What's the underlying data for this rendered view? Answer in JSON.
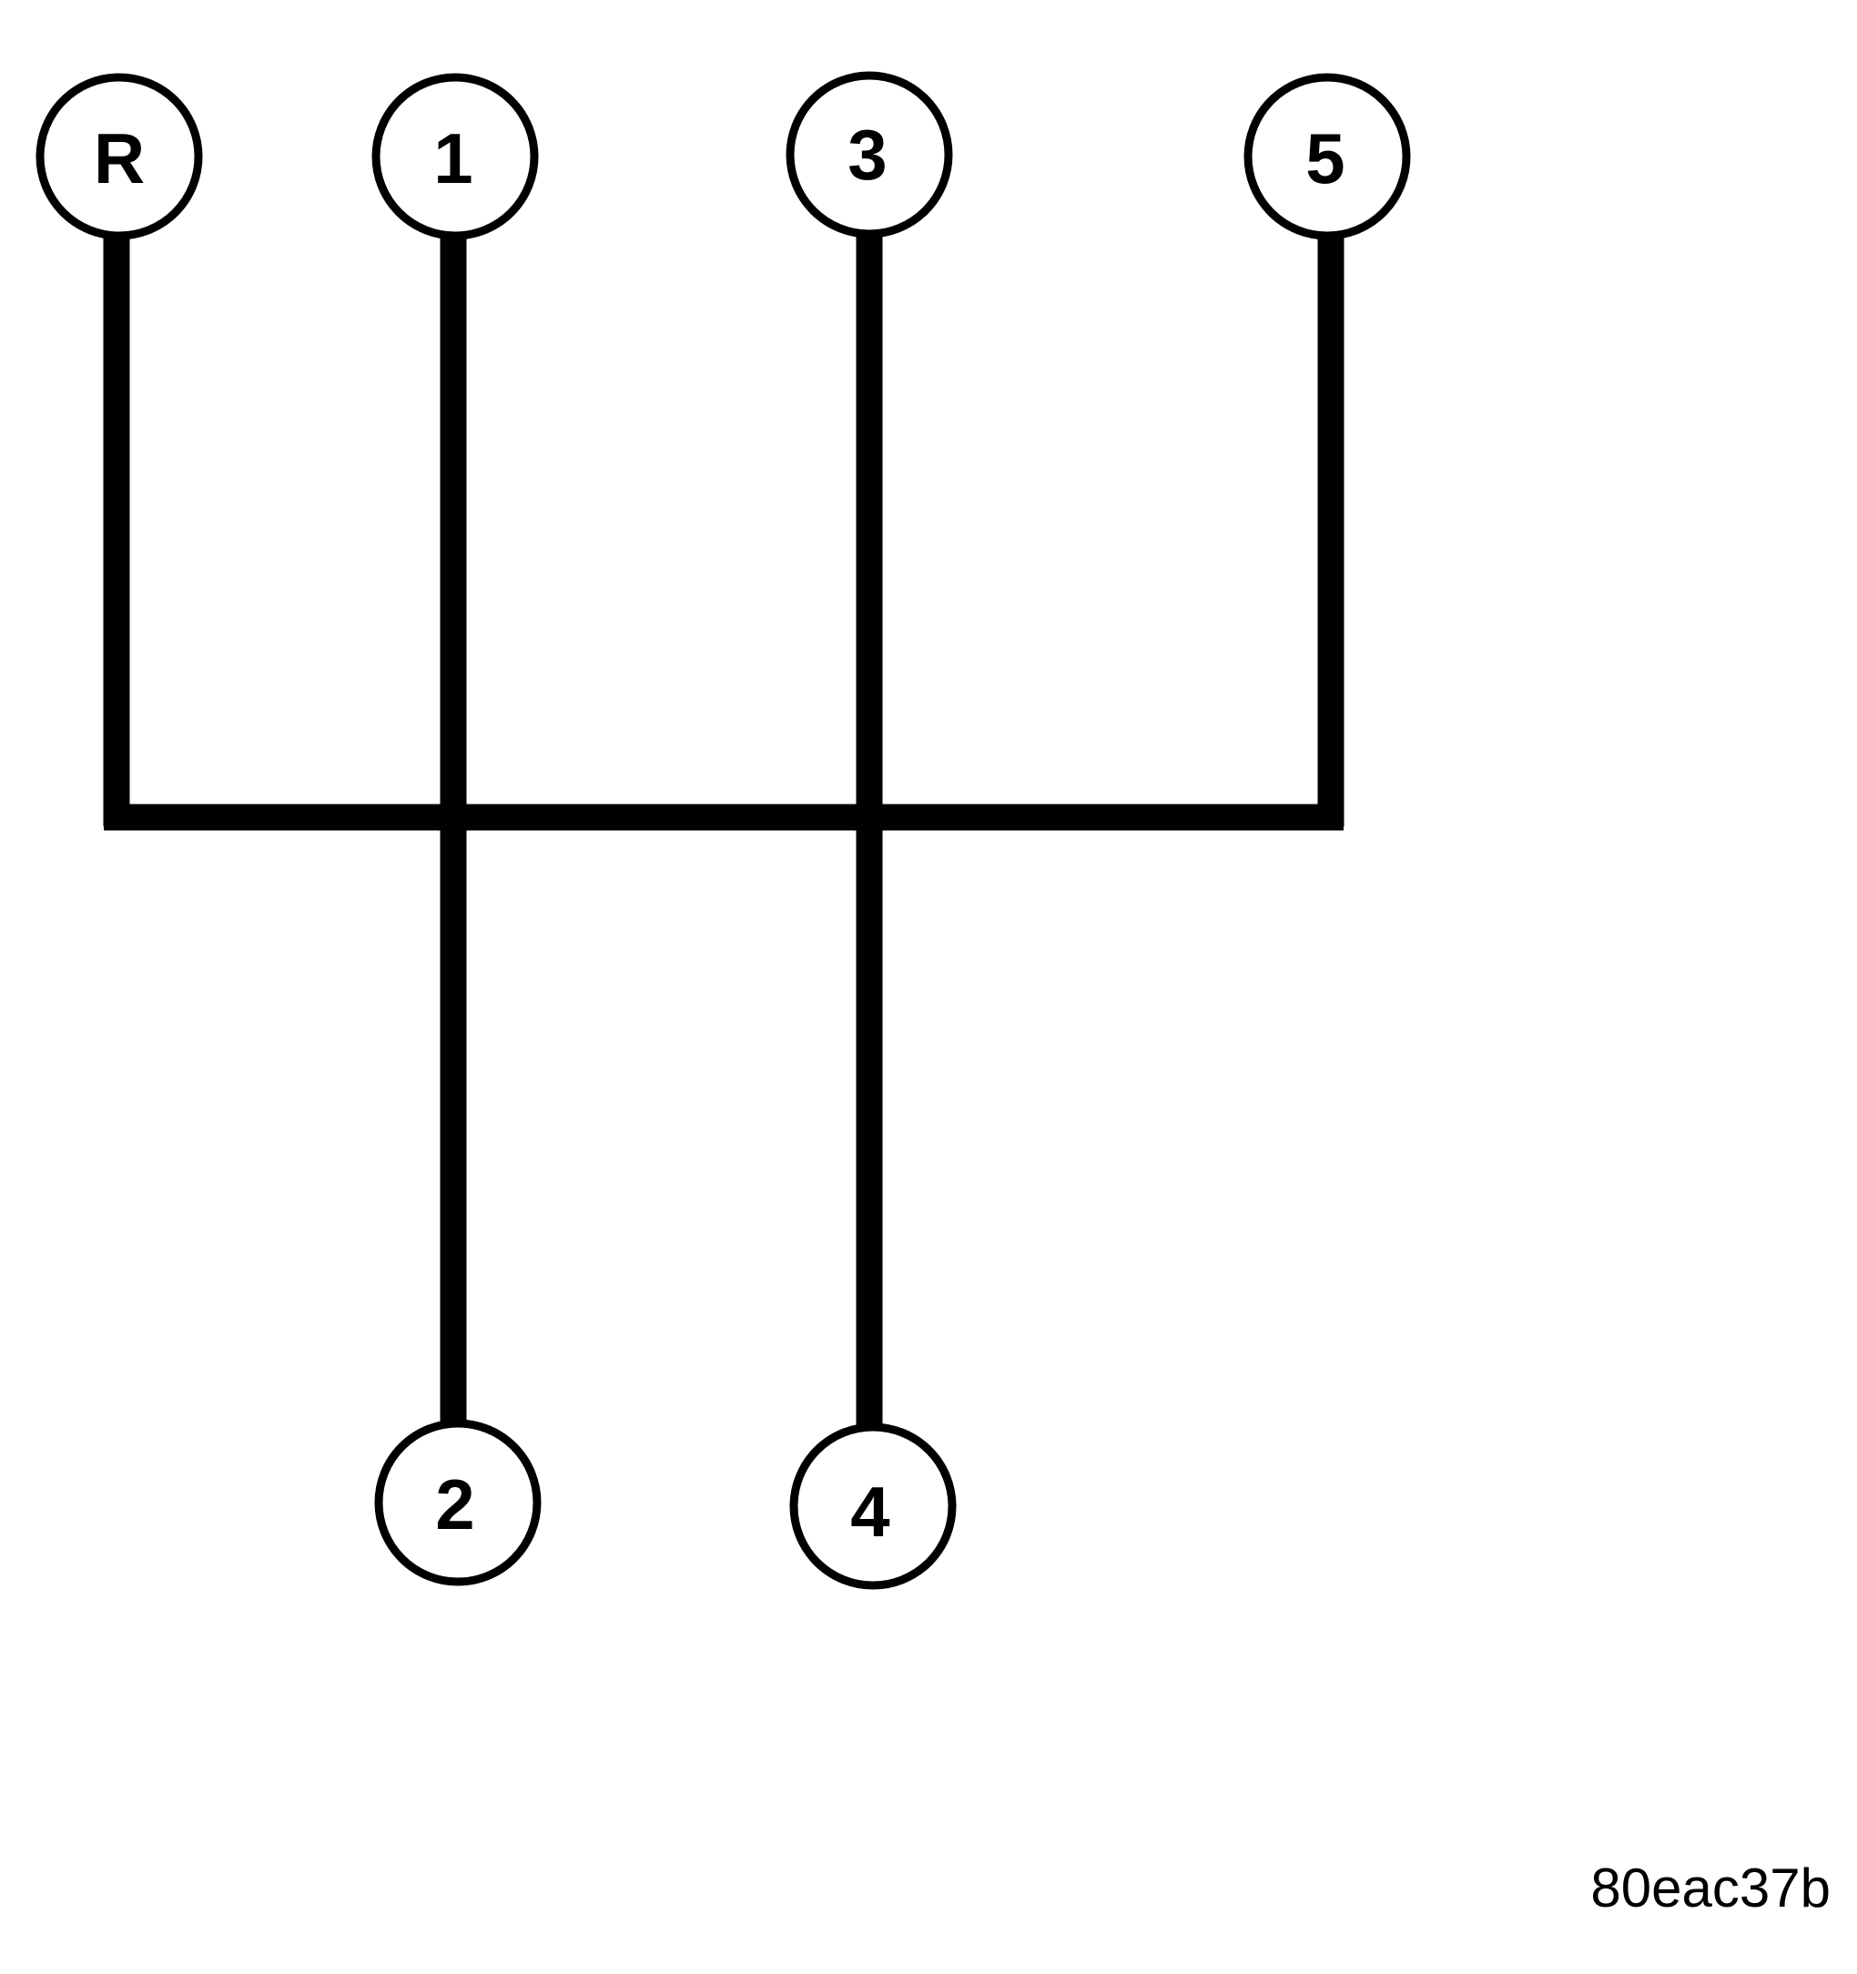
{
  "diagram": {
    "gears": {
      "reverse": "R",
      "first": "1",
      "second": "2",
      "third": "3",
      "fourth": "4",
      "fifth": "5"
    },
    "reference_code": "80eac37b",
    "colors": {
      "line": "#000000",
      "background": "#ffffff"
    }
  }
}
